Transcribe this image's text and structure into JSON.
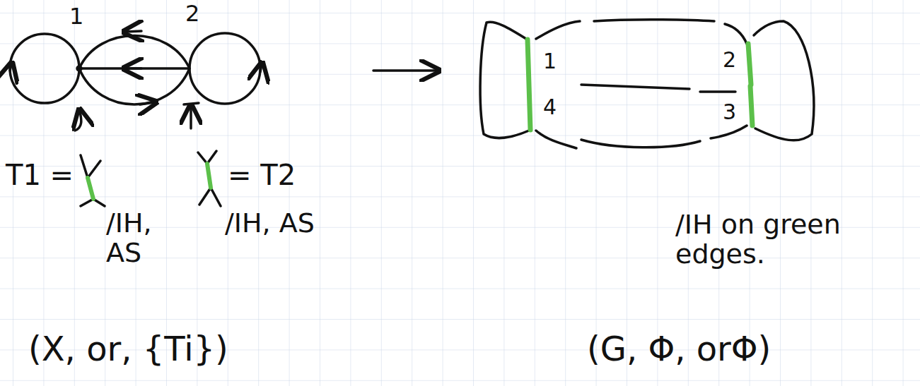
{
  "diagram": {
    "labels": [
      "1",
      "2",
      "T1 =",
      "= T2",
      "/IH, AS",
      "/IH, AS",
      "1",
      "4",
      "2",
      "3",
      "/IH on green edges.",
      "(X, or, {Ti})",
      "(G, Φ, orΦ)"
    ]
  }
}
